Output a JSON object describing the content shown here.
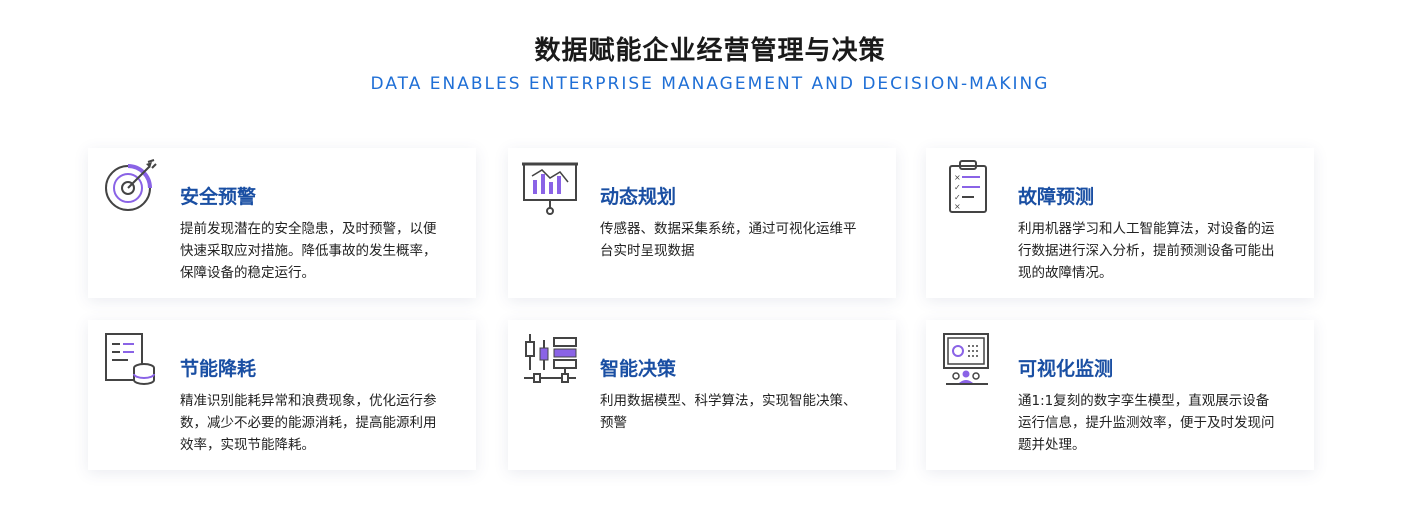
{
  "header": {
    "title": "数据赋能企业经营管理与决策",
    "subtitle": "DATA ENABLES ENTERPRISE MANAGEMENT AND DECISION-MAKING"
  },
  "cards": [
    {
      "icon": "target-icon",
      "title": "安全预警",
      "desc": "提前发现潜在的安全隐患，及时预警，以便快速采取应对措施。降低事故的发生概率，保障设备的稳定运行。"
    },
    {
      "icon": "presentation-chart-icon",
      "title": "动态规划",
      "desc": "传感器、数据采集系统，通过可视化运维平台实时呈现数据"
    },
    {
      "icon": "checklist-clipboard-icon",
      "title": "故障预测",
      "desc": "利用机器学习和人工智能算法，对设备的运行数据进行深入分析，提前预测设备可能出现的故障情况。"
    },
    {
      "icon": "document-database-icon",
      "title": "节能降耗",
      "desc": "精准识别能耗异常和浪费现象，优化运行参数，减少不必要的能源消耗，提高能源利用效率，实现节能降耗。"
    },
    {
      "icon": "candlestick-server-icon",
      "title": "智能决策",
      "desc": "利用数据模型、科学算法，实现智能决策、预警"
    },
    {
      "icon": "monitor-screen-icon",
      "title": "可视化监测",
      "desc": "通1:1复刻的数字孪生模型，直观展示设备运行信息，提升监测效率，便于及时发现问题并处理。"
    }
  ],
  "colors": {
    "title": "#1a1a1a",
    "subtitle": "#1f6fd6",
    "card_title": "#1a4fa3",
    "icon_stroke": "#444444",
    "icon_accent": "#8a63e6"
  }
}
